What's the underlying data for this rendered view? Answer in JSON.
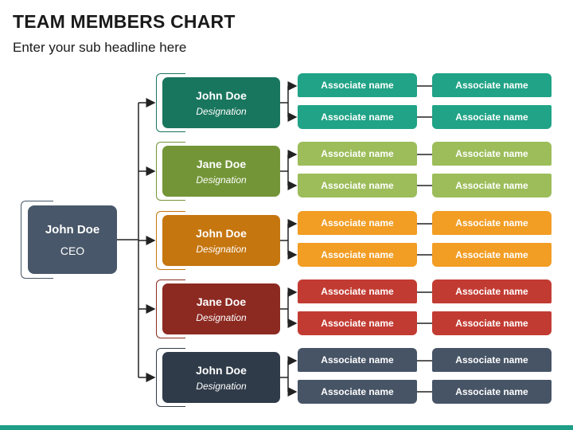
{
  "header": {
    "title": "TEAM MEMBERS CHART",
    "subtitle": "Enter your sub headline here"
  },
  "ceo": {
    "name": "John Doe",
    "role": "CEO",
    "color": "#485769"
  },
  "accent_color": "#1e9e86",
  "managers": [
    {
      "name": "John Doe",
      "role": "Designation",
      "color": "#19765e",
      "assoc_color": "#20a386",
      "associates": [
        "Associate name",
        "Associate name",
        "Associate name",
        "Associate name"
      ]
    },
    {
      "name": "Jane Doe",
      "role": "Designation",
      "color": "#739537",
      "assoc_color": "#9cbd5a",
      "associates": [
        "Associate name",
        "Associate name",
        "Associate name",
        "Associate name"
      ]
    },
    {
      "name": "John Doe",
      "role": "Designation",
      "color": "#c5760f",
      "assoc_color": "#f29d24",
      "associates": [
        "Associate name",
        "Associate name",
        "Associate name",
        "Associate name"
      ]
    },
    {
      "name": "Jane Doe",
      "role": "Designation",
      "color": "#8c2a22",
      "assoc_color": "#c23b32",
      "associates": [
        "Associate name",
        "Associate name",
        "Associate name",
        "Associate name"
      ]
    },
    {
      "name": "John Doe",
      "role": "Designation",
      "color": "#303b49",
      "assoc_color": "#475466",
      "associates": [
        "Associate name",
        "Associate name",
        "Associate name",
        "Associate name"
      ]
    }
  ]
}
